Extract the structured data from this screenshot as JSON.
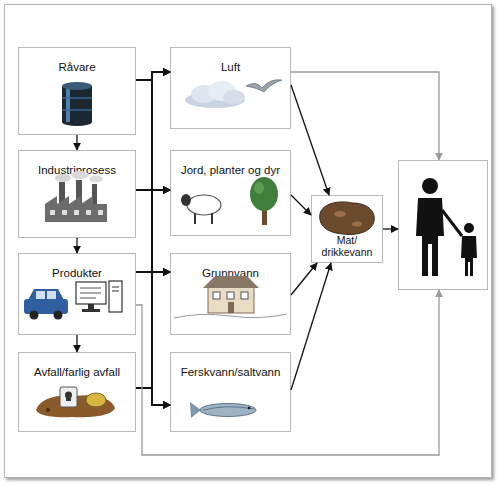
{
  "diagram": {
    "nodes": [
      {
        "text": [
          "Råvare"
        ]
      },
      {
        "text": [
          "Industriprosess"
        ]
      },
      {
        "text": [
          "Produkter"
        ]
      },
      {
        "text": [
          "Avfall/farlig avfall"
        ]
      },
      {
        "text": [
          "Luft"
        ]
      },
      {
        "text": [
          "Jord, planter og dyr"
        ]
      },
      {
        "text": [
          "Grunnvann"
        ]
      },
      {
        "text": [
          "Ferskvann/saltvann"
        ]
      },
      {
        "text": [
          "Mat/ drikkevann"
        ]
      },
      {
        "text": []
      }
    ],
    "edges": [
      {
        "from": 0,
        "to": 1,
        "arrow": "to"
      },
      {
        "from": 1,
        "to": 2,
        "arrow": "to"
      },
      {
        "from": 2,
        "to": 3,
        "arrow": "to"
      },
      {
        "from": 0,
        "to": 4,
        "arrow": "to"
      },
      {
        "from": 0,
        "to": 5,
        "arrow": "to"
      },
      {
        "from": 0,
        "to": 6,
        "arrow": "to"
      },
      {
        "from": 0,
        "to": 7,
        "arrow": "to"
      },
      {
        "from": 1,
        "to": 4,
        "arrow": "to"
      },
      {
        "from": 1,
        "to": 5,
        "arrow": "to"
      },
      {
        "from": 1,
        "to": 6,
        "arrow": "to"
      },
      {
        "from": 1,
        "to": 7,
        "arrow": "to"
      },
      {
        "from": 2,
        "to": 4,
        "arrow": "to"
      },
      {
        "from": 2,
        "to": 5,
        "arrow": "to"
      },
      {
        "from": 2,
        "to": 6,
        "arrow": "to"
      },
      {
        "from": 2,
        "to": 7,
        "arrow": "to"
      },
      {
        "from": 3,
        "to": 4,
        "arrow": "to"
      },
      {
        "from": 3,
        "to": 5,
        "arrow": "to"
      },
      {
        "from": 3,
        "to": 6,
        "arrow": "to"
      },
      {
        "from": 3,
        "to": 7,
        "arrow": "to"
      },
      {
        "from": 4,
        "to": 8,
        "arrow": "to"
      },
      {
        "from": 5,
        "to": 8,
        "arrow": "to"
      },
      {
        "from": 6,
        "to": 8,
        "arrow": "to"
      },
      {
        "from": 7,
        "to": 8,
        "arrow": "to"
      },
      {
        "from": 8,
        "to": 9,
        "arrow": "to"
      },
      {
        "from": 4,
        "to": 9,
        "arrow": "to"
      },
      {
        "from": 2,
        "to": 9,
        "arrow": "to"
      }
    ]
  }
}
